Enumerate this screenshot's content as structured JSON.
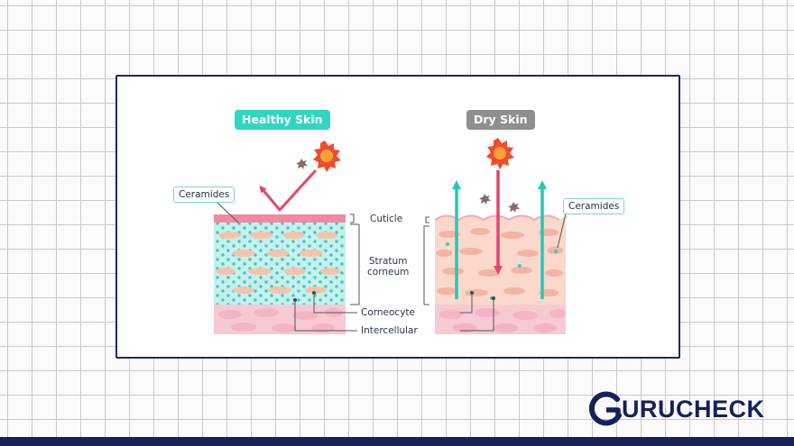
{
  "diagram": {
    "healthy_title": "Healthy Skin",
    "dry_title": "Dry Skin",
    "ceramides_left": "Ceramides",
    "ceramides_right": "Ceramides",
    "cuticle": "Cuticle",
    "stratum_corneum": "Stratum\ncorneum",
    "corneocyte": "Corneocyte",
    "intercellular": "Intercellular"
  },
  "brand": {
    "logo_text": "URUCHECK",
    "logo_initial": "G"
  },
  "colors": {
    "healthy_accent": "#2fd6c2",
    "dry_accent": "#8f8f8f",
    "uv_arrow": "#e2466e",
    "moisture_arrow": "#25c7b4",
    "brand_navy": "#16215a",
    "card_border": "#1b2a66"
  }
}
